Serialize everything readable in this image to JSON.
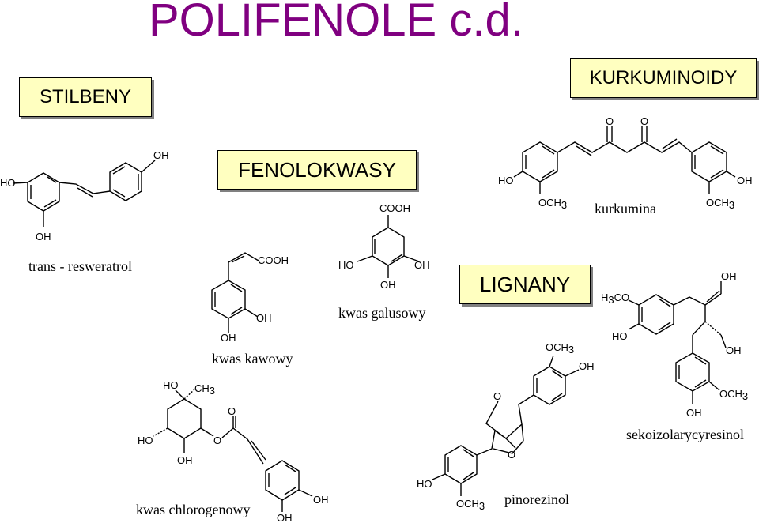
{
  "title": "POLIFENOLE c.d.",
  "categories": {
    "stilbeny": "STILBENY",
    "kurkuminoidy": "KURKUMINOIDY",
    "fenolokwasy": "FENOLOKWASY",
    "lignany": "LIGNANY"
  },
  "compounds": {
    "resweratrol": "trans - resweratrol",
    "kurkumina": "kurkumina",
    "kawowy": "kwas kawowy",
    "galusowy": "kwas galusowy",
    "chlorogenowy": "kwas chlorogenowy",
    "pinorezinol": "pinorezinol",
    "sekoizolarycyresinol": "sekoizolarycyresinol"
  },
  "groups": {
    "oh": "OH",
    "ho": "HO",
    "och": "OCH",
    "ch": "CH",
    "h": "H",
    "c": "C",
    "o": "O",
    "cooh": "COOH",
    "three": "3"
  },
  "colors": {
    "title": "#800080",
    "box_fill": "#ffffc0"
  }
}
